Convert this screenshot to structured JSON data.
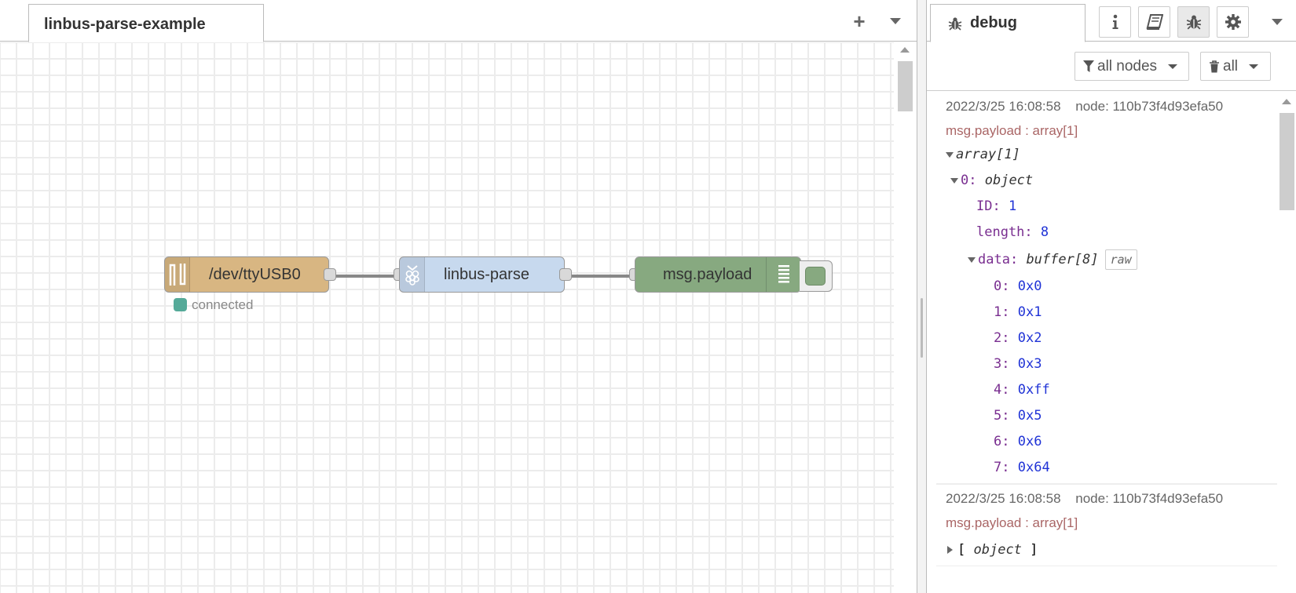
{
  "workspace": {
    "tab_label": "linbus-parse-example",
    "add_tab_label": "+",
    "nodes": {
      "serial": {
        "label": "/dev/ttyUSB0",
        "status": "connected",
        "color": "#d8b682"
      },
      "linbus": {
        "label": "linbus-parse",
        "color": "#c7d9ee"
      },
      "debug": {
        "label": "msg.payload",
        "color": "#87a980"
      }
    }
  },
  "sidebar": {
    "active_tab": "debug",
    "icons": [
      "info-icon",
      "book-icon",
      "bug-icon",
      "gear-icon"
    ],
    "toolbar": {
      "filter_label": "all nodes",
      "clear_label": "all"
    },
    "messages": [
      {
        "timestamp": "2022/3/25 16:08:58",
        "node": "node: 110b73f4d93efa50",
        "topic": "msg.payload : array[1]",
        "root_type": "array[1]",
        "item_key": "0",
        "item_type": "object",
        "fields": [
          {
            "key": "ID",
            "value": "1"
          },
          {
            "key": "length",
            "value": "8"
          }
        ],
        "data_key": "data",
        "data_type": "buffer[8]",
        "raw_label": "raw",
        "bytes": [
          {
            "key": "0",
            "value": "0x0"
          },
          {
            "key": "1",
            "value": "0x1"
          },
          {
            "key": "2",
            "value": "0x2"
          },
          {
            "key": "3",
            "value": "0x3"
          },
          {
            "key": "4",
            "value": "0xff"
          },
          {
            "key": "5",
            "value": "0x5"
          },
          {
            "key": "6",
            "value": "0x6"
          },
          {
            "key": "7",
            "value": "0x64"
          }
        ]
      },
      {
        "timestamp": "2022/3/25 16:08:58",
        "node": "node: 110b73f4d93efa50",
        "topic": "msg.payload : array[1]",
        "collapsed_open": "[",
        "collapsed_type": "object",
        "collapsed_close": "]"
      }
    ]
  }
}
